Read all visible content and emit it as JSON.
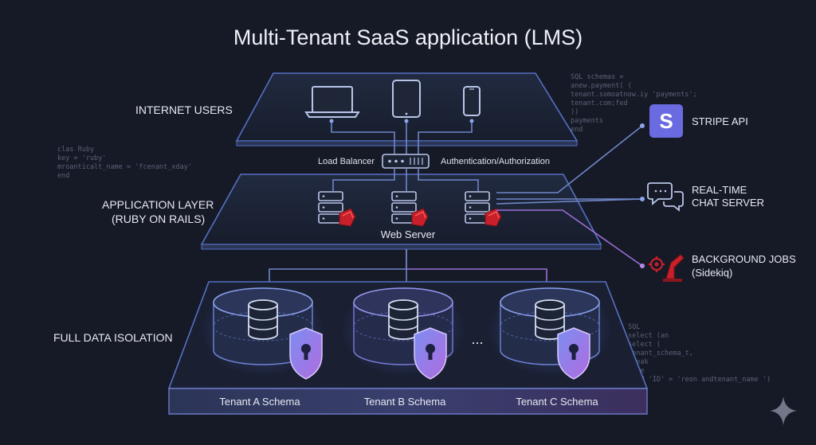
{
  "title": "Multi-Tenant SaaS application (LMS)",
  "layers": {
    "internet": "INTERNET USERS",
    "application_line1": "APPLICATION LAYER",
    "application_line2": "(RUBY ON RAILS)",
    "data": "FULL DATA ISOLATION"
  },
  "middleware": {
    "load_balancer": "Load Balancer",
    "auth": "Authentication/Authorization"
  },
  "web_server": "Web Server",
  "services": {
    "stripe": "STRIPE API",
    "stripe_logo": "S",
    "chat_line1": "REAL-TIME",
    "chat_line2": "CHAT SERVER",
    "jobs_line1": "BACKGROUND JOBS",
    "jobs_line2": "(Sidekiq)"
  },
  "tenants": [
    "Tenant A Schema",
    "Tenant B Schema",
    "Tenant C Schema"
  ],
  "ellipsis": "...",
  "code_snippets": {
    "top_right": [
      "SQL schemas =",
      "  anew.payment( (",
      "    tenant.somoatnow.iy 'payments';",
      "    tenant.com;fed",
      "  ))",
      "    payments",
      "  end"
    ],
    "left": [
      "clas Ruby",
      "  key = 'ruby'",
      "  mroanticalt_name = 'fcenant_xday'",
      "end"
    ],
    "bottom_right": [
      "SQL",
      "  select (an",
      "    select (",
      "      tenant_schema_t,",
      "      break",
      "    else",
      "      FROM 'ID' = 'reon andtenant_name ')"
    ]
  },
  "colors": {
    "background": "#161a26",
    "accent_blue": "#5b7be0",
    "accent_purple": "#9b6fd6",
    "ruby_red": "#c8202a",
    "stripe": "#6a6be0"
  }
}
